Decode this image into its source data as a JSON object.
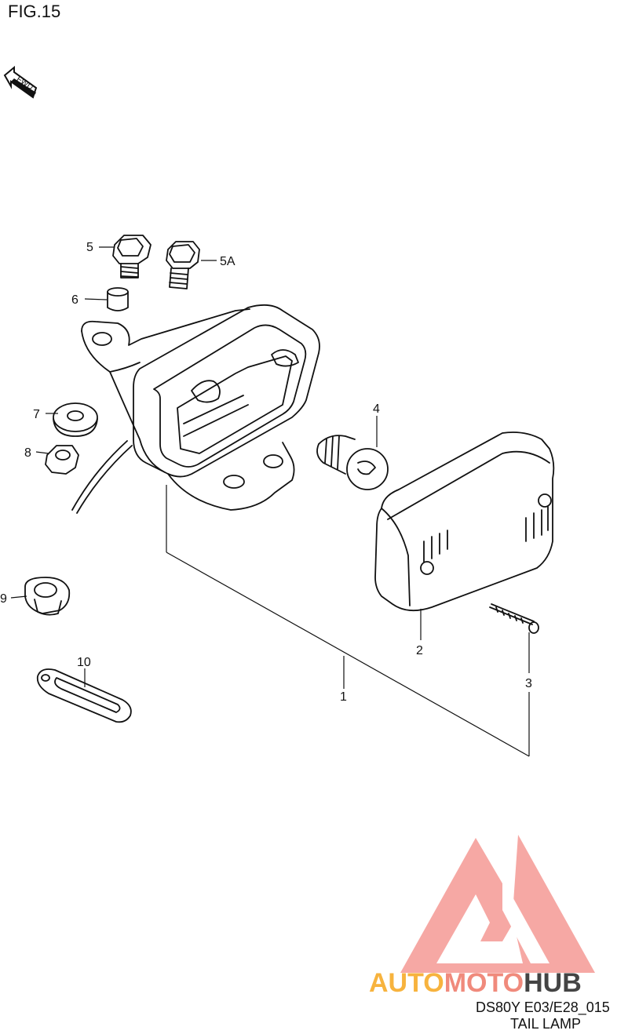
{
  "figure": {
    "label": "FIG.15"
  },
  "direction": {
    "label": "FWD"
  },
  "callouts": [
    {
      "id": "1",
      "text": "1"
    },
    {
      "id": "2",
      "text": "2"
    },
    {
      "id": "3",
      "text": "3"
    },
    {
      "id": "4",
      "text": "4"
    },
    {
      "id": "5",
      "text": "5"
    },
    {
      "id": "5A",
      "text": "5A"
    },
    {
      "id": "6",
      "text": "6"
    },
    {
      "id": "7",
      "text": "7"
    },
    {
      "id": "8",
      "text": "8"
    },
    {
      "id": "9",
      "text": "9"
    },
    {
      "id": "10",
      "text": "10"
    }
  ],
  "footer": {
    "code": "DS80Y E03/E28_015",
    "title": "TAIL LAMP"
  },
  "watermark": {
    "parts": [
      "AUTO",
      "MOTO",
      "HUB"
    ],
    "colors": {
      "auto": "#F7B33E",
      "moto": "#F08A7C",
      "hub": "#444444",
      "logo": "#F48C86"
    }
  }
}
